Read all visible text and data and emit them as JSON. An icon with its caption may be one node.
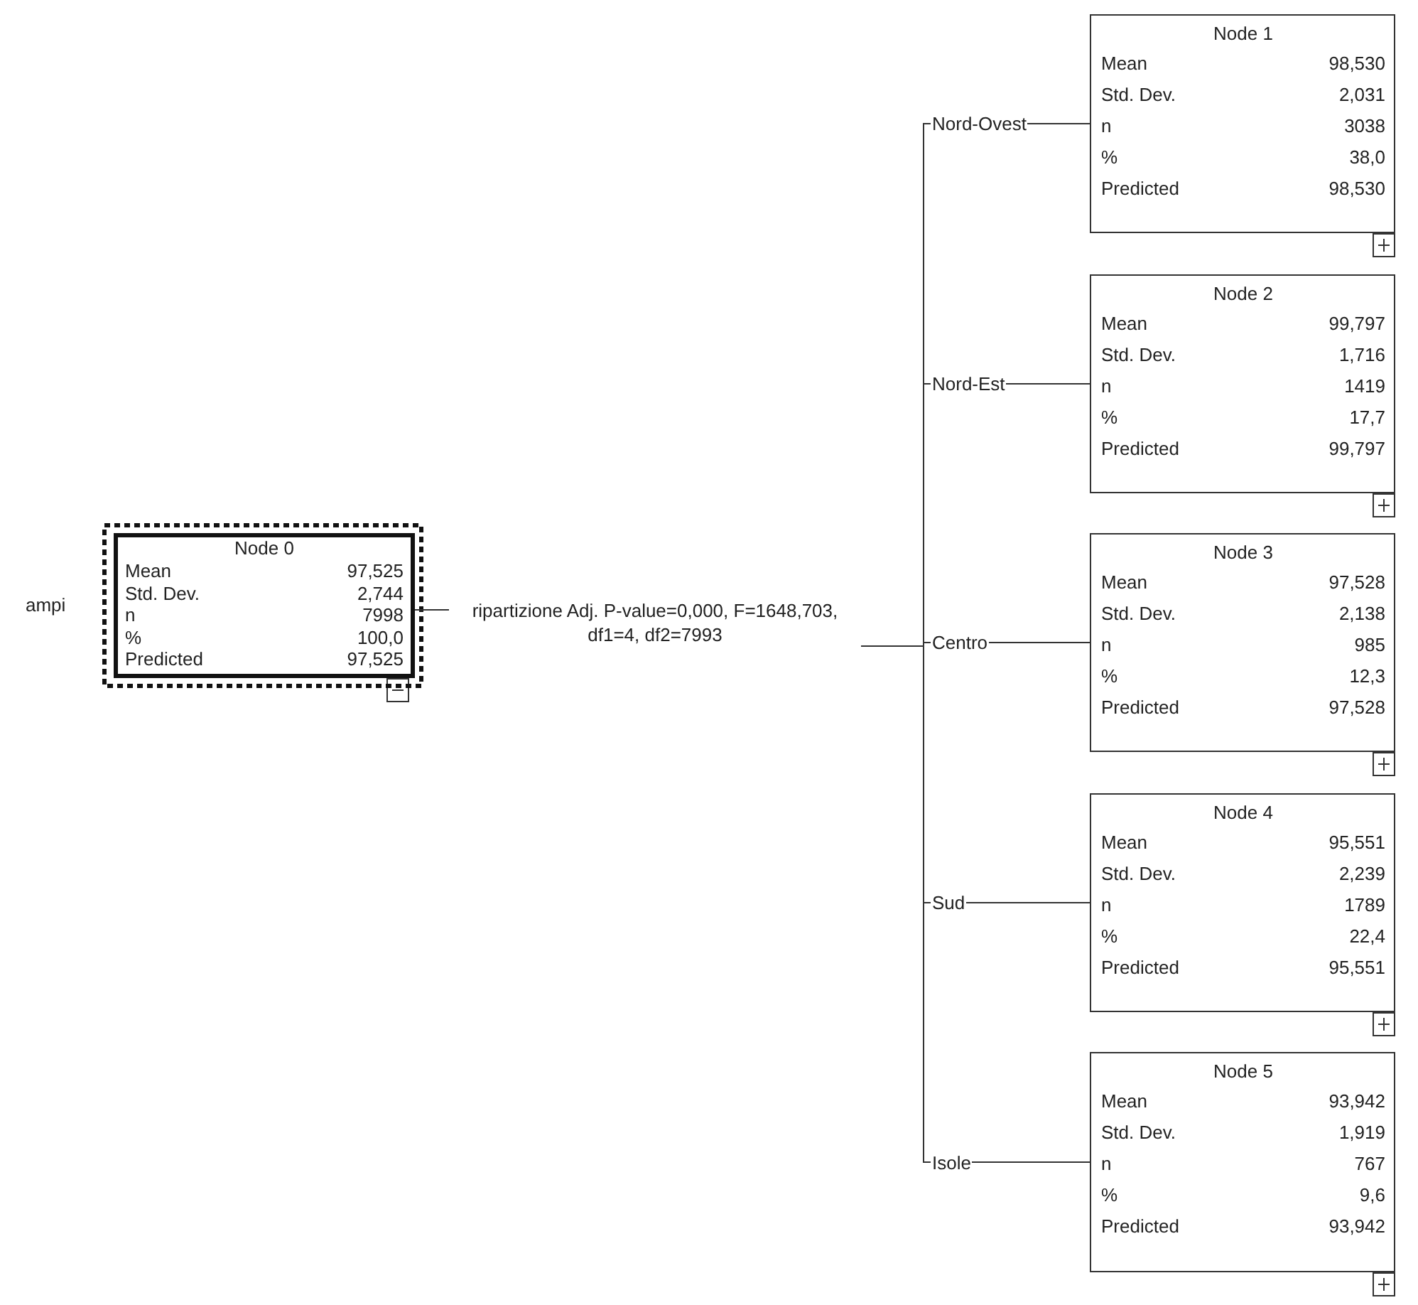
{
  "diagram": {
    "nodes": [
      {
        "text": [
          "Node 0",
          "Mean",
          "97,525",
          "Std. Dev.",
          "2,744",
          "n",
          "7998",
          "%",
          "100,0",
          "Predicted",
          "97,525"
        ]
      },
      {
        "text": [
          "ripartizione Adj. P-value=0,000, F=1648,703, df1=4, df2=7993"
        ]
      },
      {
        "text": [
          "Node 1",
          "Mean",
          "98,530",
          "Std. Dev.",
          "2,031",
          "n",
          "3038",
          "%",
          "38,0",
          "Predicted",
          "98,530"
        ]
      },
      {
        "text": [
          "Node 2",
          "Mean",
          "99,797",
          "Std. Dev.",
          "1,716",
          "n",
          "1419",
          "%",
          "17,7",
          "Predicted",
          "99,797"
        ]
      },
      {
        "text": [
          "Node 3",
          "Mean",
          "97,528",
          "Std. Dev.",
          "2,138",
          "n",
          "985",
          "%",
          "12,3",
          "Predicted",
          "97,528"
        ]
      },
      {
        "text": [
          "Node 4",
          "Mean",
          "95,551",
          "Std. Dev.",
          "2,239",
          "n",
          "1789",
          "%",
          "22,4",
          "Predicted",
          "95,551"
        ]
      },
      {
        "text": [
          "Node 5",
          "Mean",
          "93,942",
          "Std. Dev.",
          "1,919",
          "n",
          "767",
          "%",
          "9,6",
          "Predicted",
          "93,942"
        ]
      }
    ],
    "edges": [
      {
        "from": 0,
        "to": 1,
        "arrow": "none"
      },
      {
        "from": 1,
        "to": 2,
        "arrow": "none",
        "label": "Nord-Ovest"
      },
      {
        "from": 1,
        "to": 3,
        "arrow": "none",
        "label": "Nord-Est"
      },
      {
        "from": 1,
        "to": 4,
        "arrow": "none",
        "label": "Centro"
      },
      {
        "from": 1,
        "to": 5,
        "arrow": "none",
        "label": "Sud"
      },
      {
        "from": 1,
        "to": 6,
        "arrow": "none",
        "label": "Isole"
      }
    ],
    "labels": [
      "ampi"
    ]
  }
}
